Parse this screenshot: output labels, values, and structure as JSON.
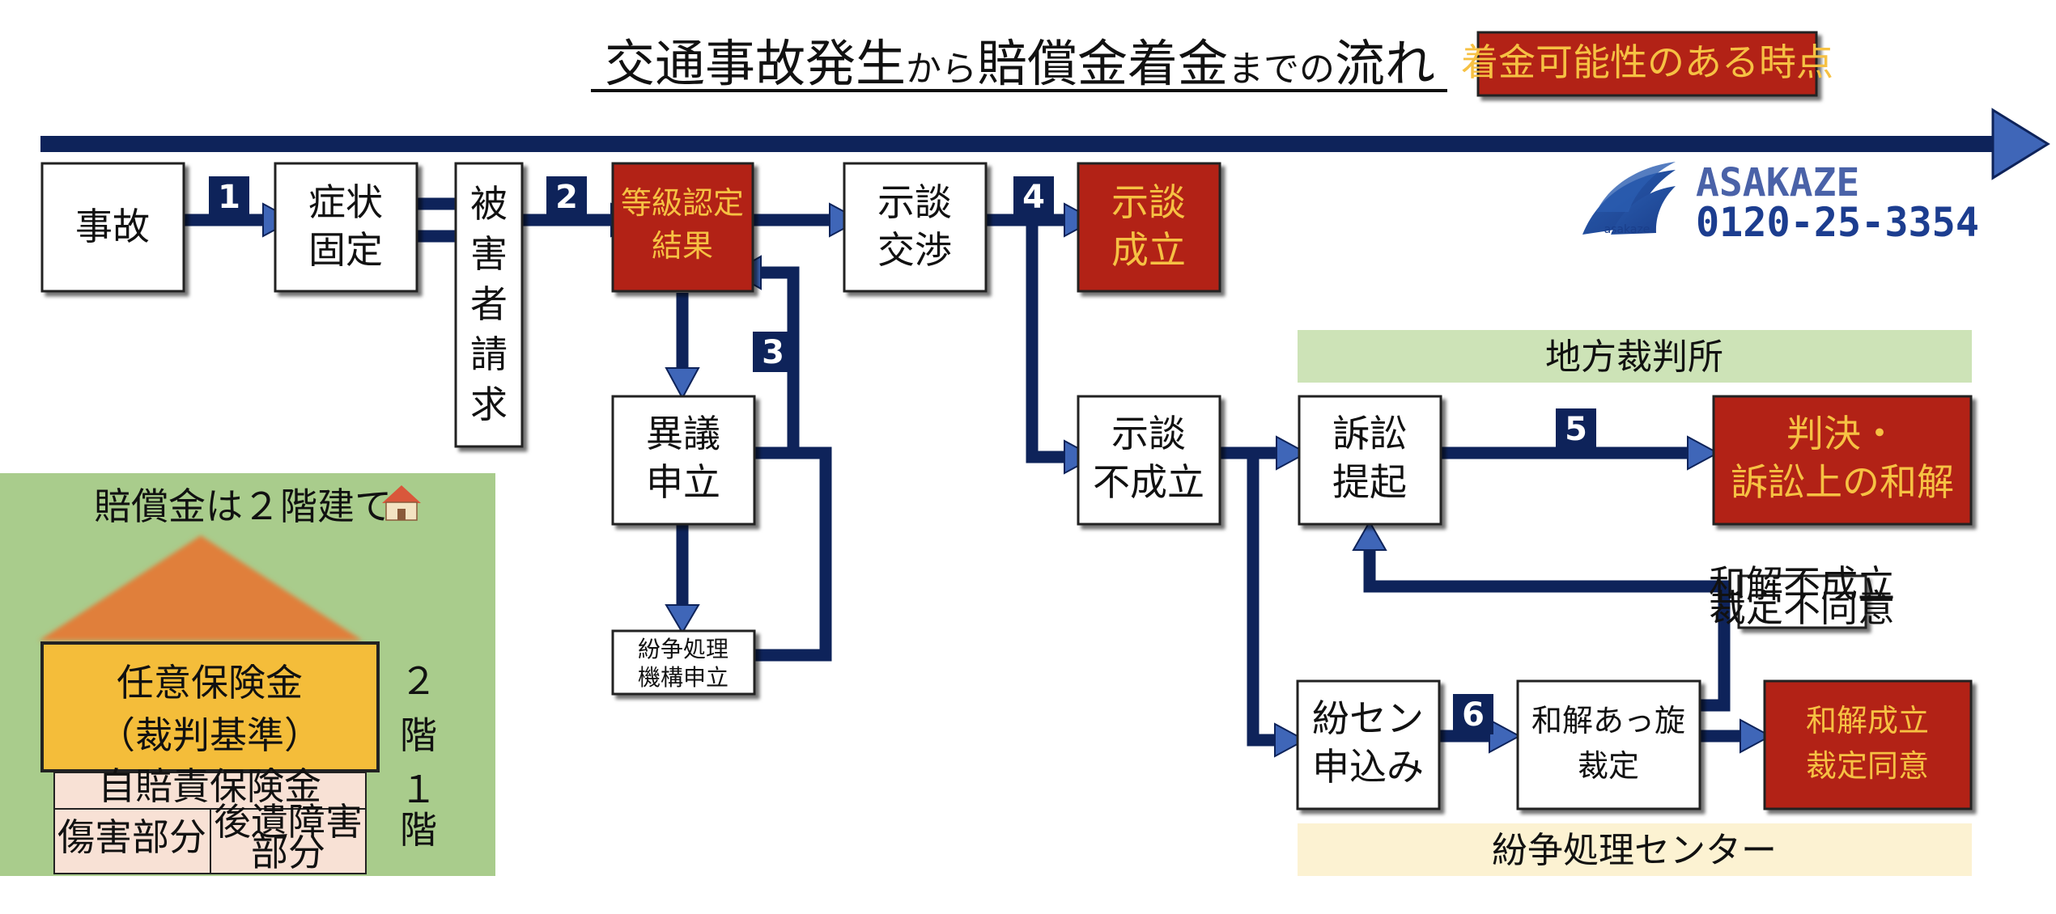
{
  "title": {
    "part1": "交通事故発生",
    "part2": "から",
    "part3": "賠償金着金",
    "part4": "までの",
    "part5": "流れ"
  },
  "legend_label": "着金可能性のある時点",
  "logo": {
    "name": "ASAKAZE",
    "phone": "0120-25-3354",
    "wordmark": "asakaze"
  },
  "nodes": {
    "accident": "事故",
    "symptom": [
      "症状",
      "固定"
    ],
    "victim_claim": [
      "被",
      "害",
      "者",
      "請",
      "求"
    ],
    "grade_result": [
      "等級認定",
      "結果"
    ],
    "negotiation": [
      "示談",
      "交渉"
    ],
    "settlement": [
      "示談",
      "成立"
    ],
    "objection": [
      "異議",
      "申立"
    ],
    "dispute_org": [
      "紛争処理",
      "機構申立"
    ],
    "no_settlement": [
      "示談",
      "不成立"
    ],
    "lawsuit": [
      "訴訟",
      "提起"
    ],
    "judgment": [
      "判決・",
      "訴訟上の和解"
    ],
    "funsen_apply": [
      "紛セン",
      "申込み"
    ],
    "mediation": [
      "和解あっ旋",
      "裁定"
    ],
    "mediation_success": [
      "和解成立",
      "裁定同意"
    ],
    "mediation_fail": [
      "和解不成立",
      "裁定不同意"
    ]
  },
  "step_numbers": [
    "1",
    "2",
    "3",
    "4",
    "5",
    "6"
  ],
  "bands": {
    "court": "地方裁判所",
    "center": "紛争処理センター"
  },
  "house": {
    "title": "賠償金は２階建て",
    "title_icon": "house-emoji",
    "upper": [
      "任意保険金",
      "（裁判基準）"
    ],
    "upper_floor": [
      "２",
      "階"
    ],
    "lower_header": "自賠責保険金",
    "lower_left": "傷害部分",
    "lower_right": [
      "後遺障害",
      "部分"
    ],
    "lower_floor": [
      "１",
      "階"
    ]
  },
  "colors": {
    "navy": "#0E235A",
    "red": "#B22418",
    "gold_text": "#F6C143",
    "arrow_blue": "#3F66B8",
    "court_band": "#CDE3B7",
    "center_band": "#FCF2D2",
    "house_bg": "#A9CC8C",
    "roof": "#E07F3B",
    "upper_floor_fill": "#F4BD3A",
    "lower_floor_fill": "#F8E1D5"
  }
}
